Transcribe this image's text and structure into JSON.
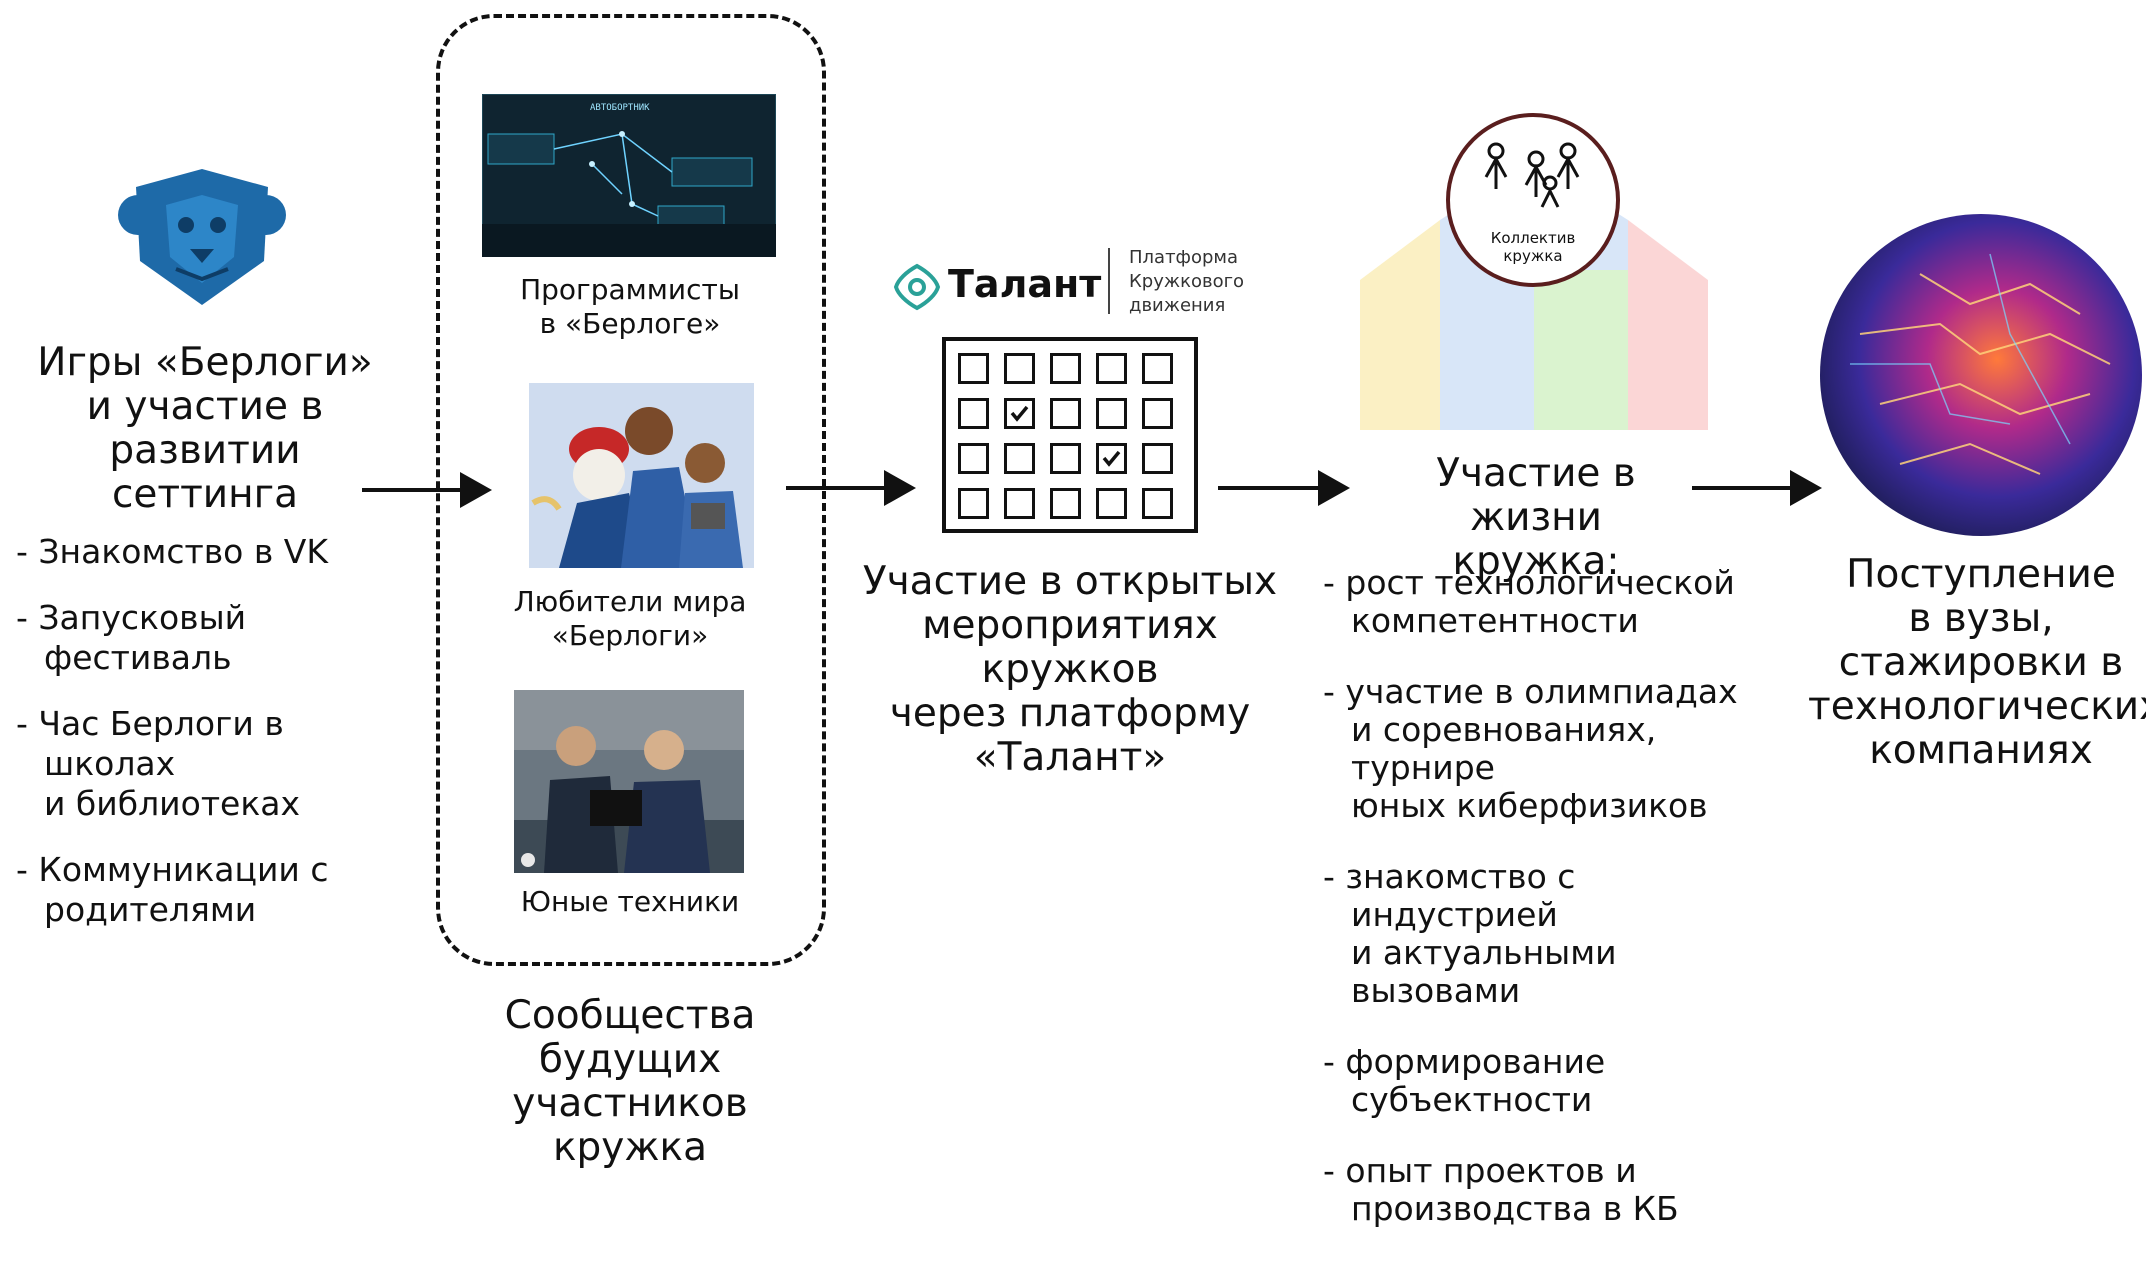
{
  "col1": {
    "title": "Игры «Берлоги»\nи участие в развитии\nсеттинга",
    "items": [
      "- Знакомство в VK",
      "- Запусковый фестиваль",
      "- Час Берлоги в школах\nи библиотеках",
      "- Коммуникации с\nродителями"
    ]
  },
  "col2": {
    "caption_top": "Программисты\nв «Берлоге»",
    "screen_title": "АВТОБОРТНИК",
    "caption_mid": "Любители мира\n«Берлоги»",
    "caption_bottom": "Юные техники",
    "footer": "Сообщества\nбудущих участников\nкружка"
  },
  "col3": {
    "logo_name": "Талант",
    "logo_sub": "Платформа\nКружкового\nдвижения",
    "title": "Участие в открытых\nмероприятиях кружков\nчерез платформу\n«Талант»",
    "grid_checked": [
      [
        1,
        1
      ],
      [
        2,
        3
      ]
    ]
  },
  "col4": {
    "badge": "Коллектив\nкружка",
    "title": "Участие в\nжизни кружка:",
    "items": [
      "- рост технологической\nкомпетентности",
      "- участие в олимпиадах\nи соревнованиях, турнире\nюных киберфизиков",
      "- знакомство с индустрией\nи актуальными вызовами",
      "- формирование\nсубъектности",
      "- опыт проектов и\nпроизводства в КБ"
    ]
  },
  "col5": {
    "title": "Поступление\nв вузы,\nстажировки в\nтехнологических\nкомпаниях"
  },
  "colors": {
    "bear_blue": "#1e6aa8",
    "talant_teal": "#2aa198",
    "house_yellow": "#fbf0c4",
    "house_blue": "#d8e6f8",
    "house_green": "#daf3cf",
    "house_red": "#fbd6d6"
  }
}
